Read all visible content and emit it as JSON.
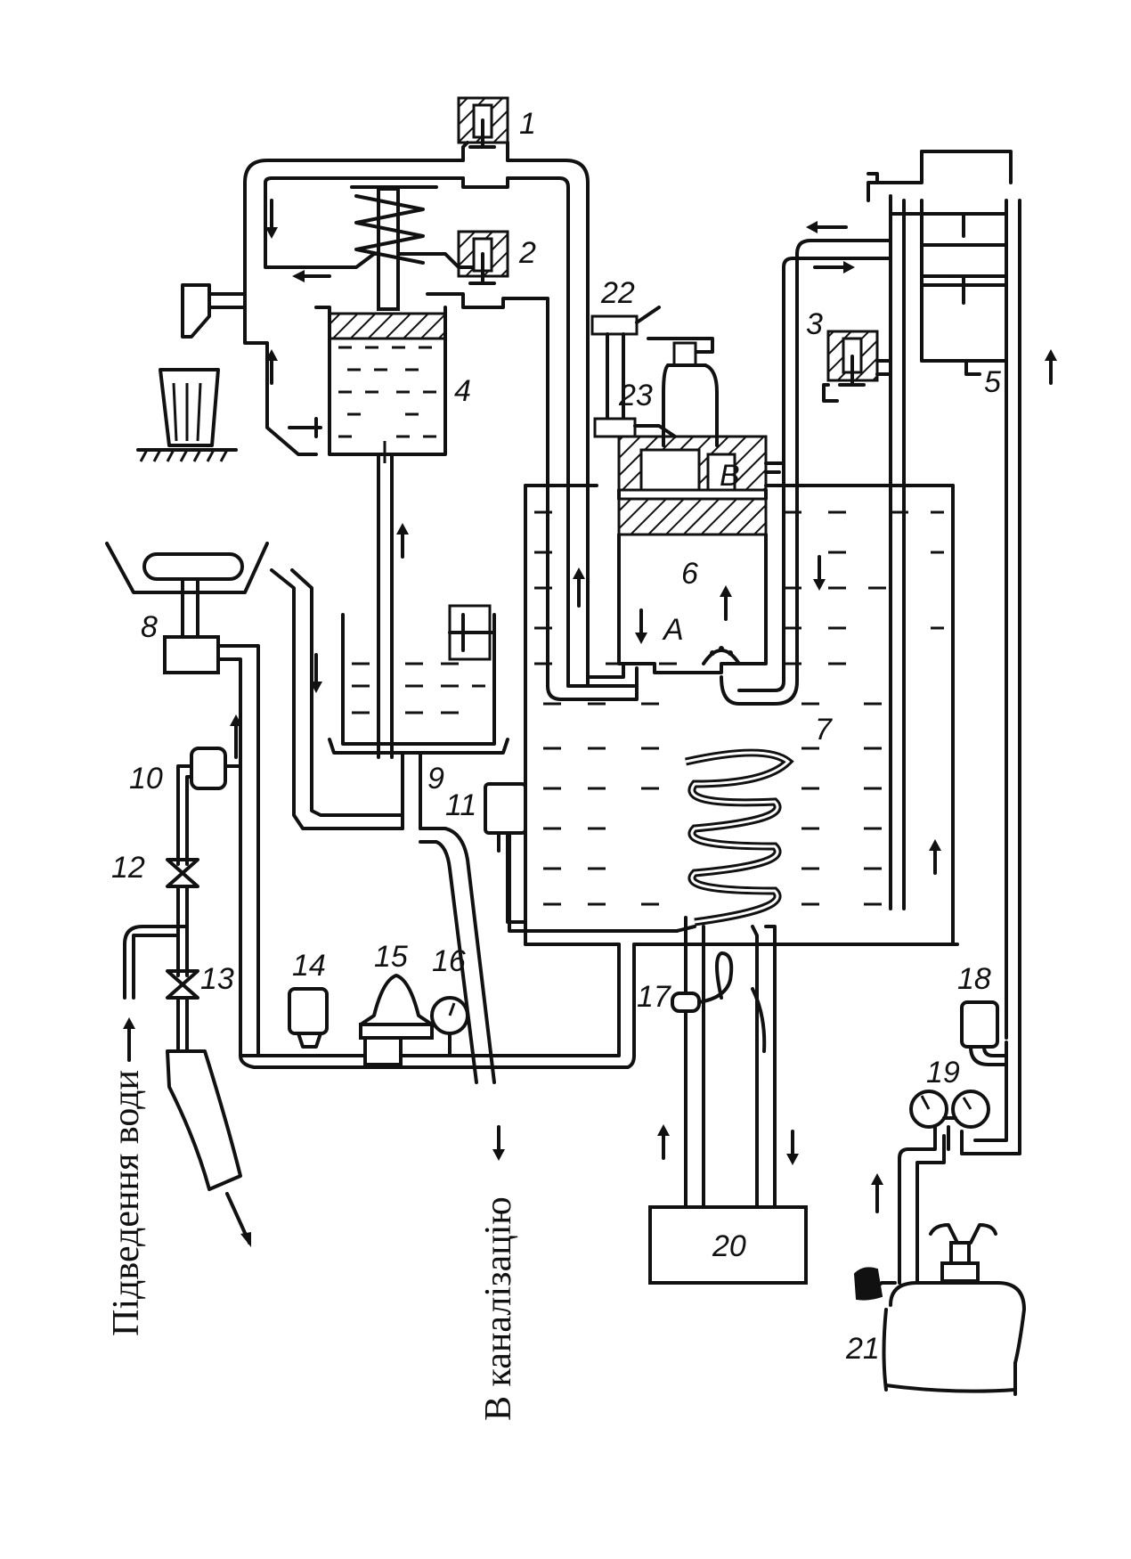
{
  "labels": {
    "water_supply": "Підведення води",
    "to_sewer": "В каналізацію",
    "chamber_a": "A",
    "chamber_b": "B"
  },
  "numbers": [
    "1",
    "2",
    "3",
    "4",
    "5",
    "6",
    "7",
    "8",
    "9",
    "10",
    "11",
    "12",
    "13",
    "14",
    "15",
    "16",
    "17",
    "18",
    "19",
    "20",
    "21",
    "22",
    "23"
  ]
}
